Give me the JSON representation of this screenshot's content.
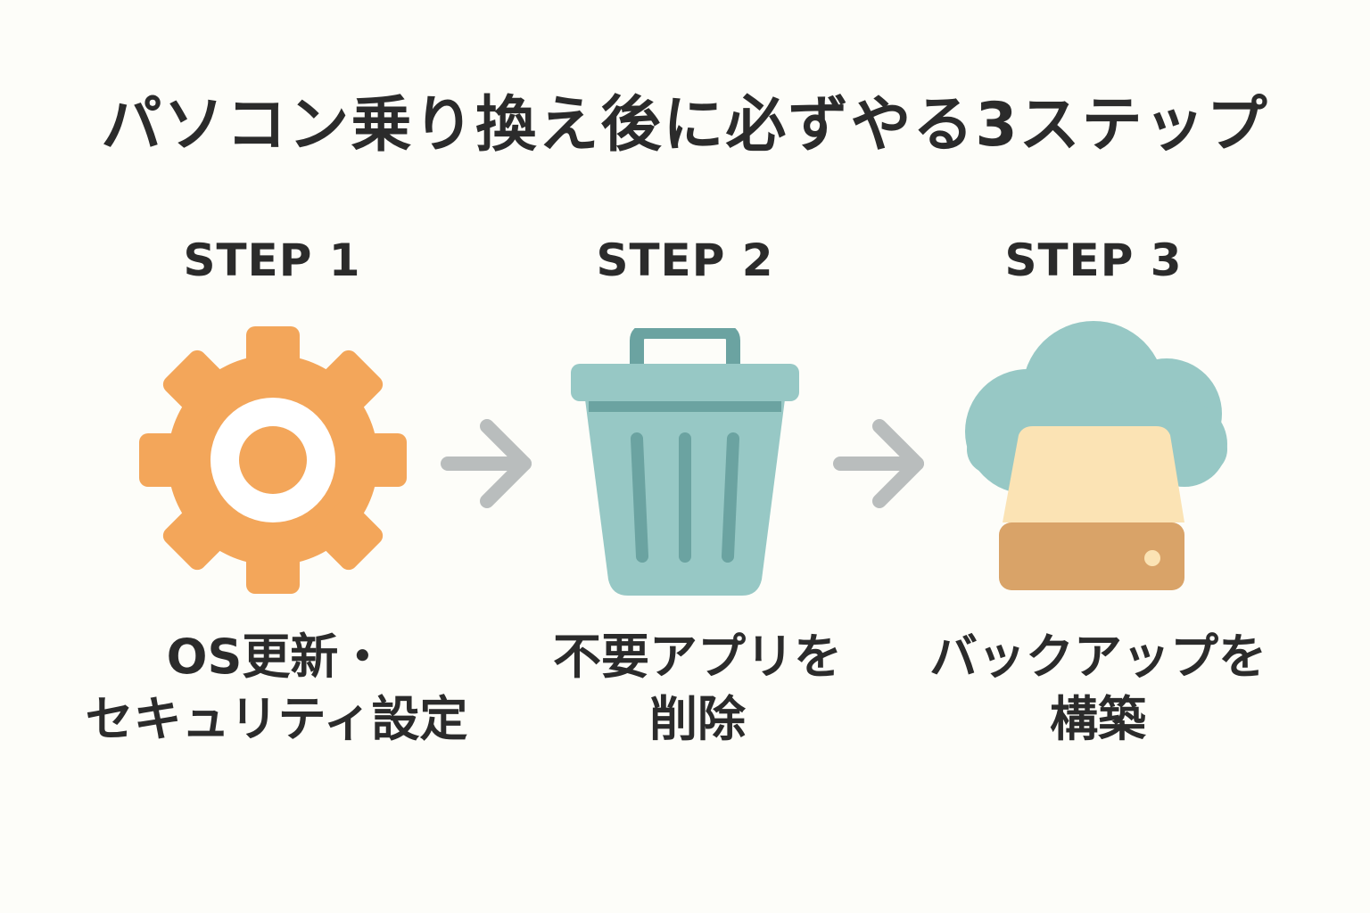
{
  "title": "パソコン乗り換え後に必ずやる3ステップ",
  "colors": {
    "gear": "#f3a65a",
    "trash_body": "#97c8c5",
    "trash_dark": "#6ba3a1",
    "cloud": "#97c8c5",
    "drive_top": "#fbe3b4",
    "drive_bottom": "#d9a368",
    "arrow": "#b9bdbd",
    "background": "#fdfdf9",
    "text": "#2b2b2b"
  },
  "steps": [
    {
      "label": "STEP 1",
      "icon": "gear-icon",
      "lines": [
        "OS更新・",
        "セキュリティ設定"
      ]
    },
    {
      "label": "STEP 2",
      "icon": "trash-icon",
      "lines": [
        "不要アプリを",
        "削除"
      ]
    },
    {
      "label": "STEP 3",
      "icon": "cloud-drive-icon",
      "lines": [
        "バックアップを",
        "構築"
      ]
    }
  ]
}
